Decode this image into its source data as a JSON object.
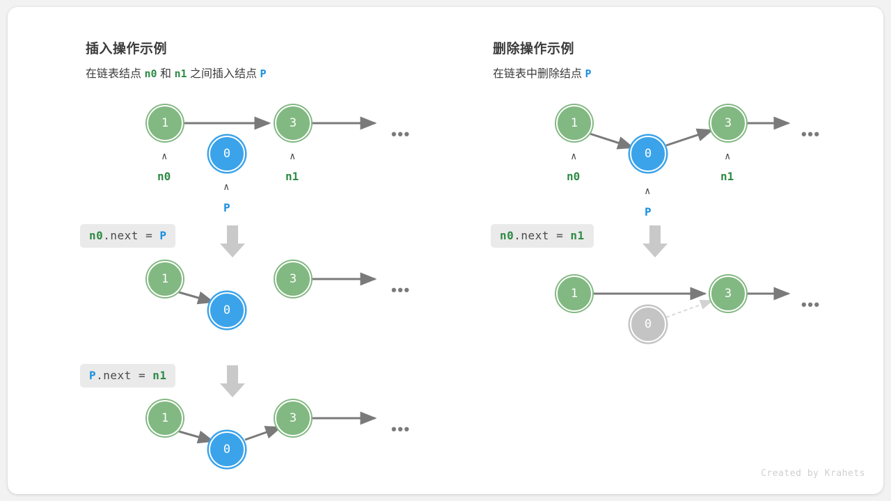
{
  "credit": "Created by Krahets",
  "colors": {
    "green": "#82b882",
    "green_text": "#2e8b45",
    "blue": "#3ba3ea",
    "blue_text": "#1a8fe0",
    "gray_node": "#c4c4c4",
    "arrow": "#7a7a7a",
    "chip_bg": "#eaeaea",
    "title": "#3b3b3b",
    "canvas": "#ffffff",
    "page": "#f2f2f2"
  },
  "panels": {
    "insert": {
      "title": "插入操作示例",
      "subtitle_parts": {
        "p1": "在链表结点",
        "n0": "n0",
        "p2": "和",
        "n1": "n1",
        "p3": "之间插入结点",
        "p": "P"
      },
      "steps": [
        {
          "code": {
            "a": "n0",
            "a_color": "green",
            "mid": ".next = ",
            "b": "P",
            "b_color": "blue"
          },
          "full_code": "n0.next = P"
        },
        {
          "code": {
            "a": "P",
            "a_color": "blue",
            "mid": ".next = ",
            "b": "n1",
            "b_color": "green"
          },
          "full_code": "P.next = n1"
        }
      ],
      "rows": [
        {
          "name": "initial-state",
          "nodes": [
            {
              "value": "1",
              "color": "green",
              "pointer": "n0",
              "pointer_color": "green"
            },
            {
              "value": "0",
              "color": "blue",
              "pointer": "P",
              "pointer_color": "blue"
            },
            {
              "value": "3",
              "color": "green",
              "pointer": "n1",
              "pointer_color": "green"
            }
          ],
          "ellipsis": "•••"
        },
        {
          "name": "after-n0-next-p",
          "nodes": [
            {
              "value": "1",
              "color": "green"
            },
            {
              "value": "0",
              "color": "blue"
            },
            {
              "value": "3",
              "color": "green"
            }
          ],
          "ellipsis": "•••"
        },
        {
          "name": "after-p-next-n1",
          "nodes": [
            {
              "value": "1",
              "color": "green"
            },
            {
              "value": "0",
              "color": "blue"
            },
            {
              "value": "3",
              "color": "green"
            }
          ],
          "ellipsis": "•••"
        }
      ]
    },
    "delete": {
      "title": "删除操作示例",
      "subtitle_parts": {
        "p1": "在链表中删除结点",
        "p": "P"
      },
      "steps": [
        {
          "code": {
            "a": "n0",
            "a_color": "green",
            "mid": ".next = ",
            "b": "n1",
            "b_color": "green"
          },
          "full_code": "n0.next = n1"
        }
      ],
      "rows": [
        {
          "name": "initial-state",
          "nodes": [
            {
              "value": "1",
              "color": "green",
              "pointer": "n0",
              "pointer_color": "green"
            },
            {
              "value": "0",
              "color": "blue",
              "pointer": "P",
              "pointer_color": "blue"
            },
            {
              "value": "3",
              "color": "green",
              "pointer": "n1",
              "pointer_color": "green"
            }
          ],
          "ellipsis": "•••"
        },
        {
          "name": "after-delete",
          "nodes": [
            {
              "value": "1",
              "color": "green"
            },
            {
              "value": "0",
              "color": "gray"
            },
            {
              "value": "3",
              "color": "green"
            }
          ],
          "ellipsis": "•••"
        }
      ]
    }
  },
  "caret_glyph": "∧"
}
